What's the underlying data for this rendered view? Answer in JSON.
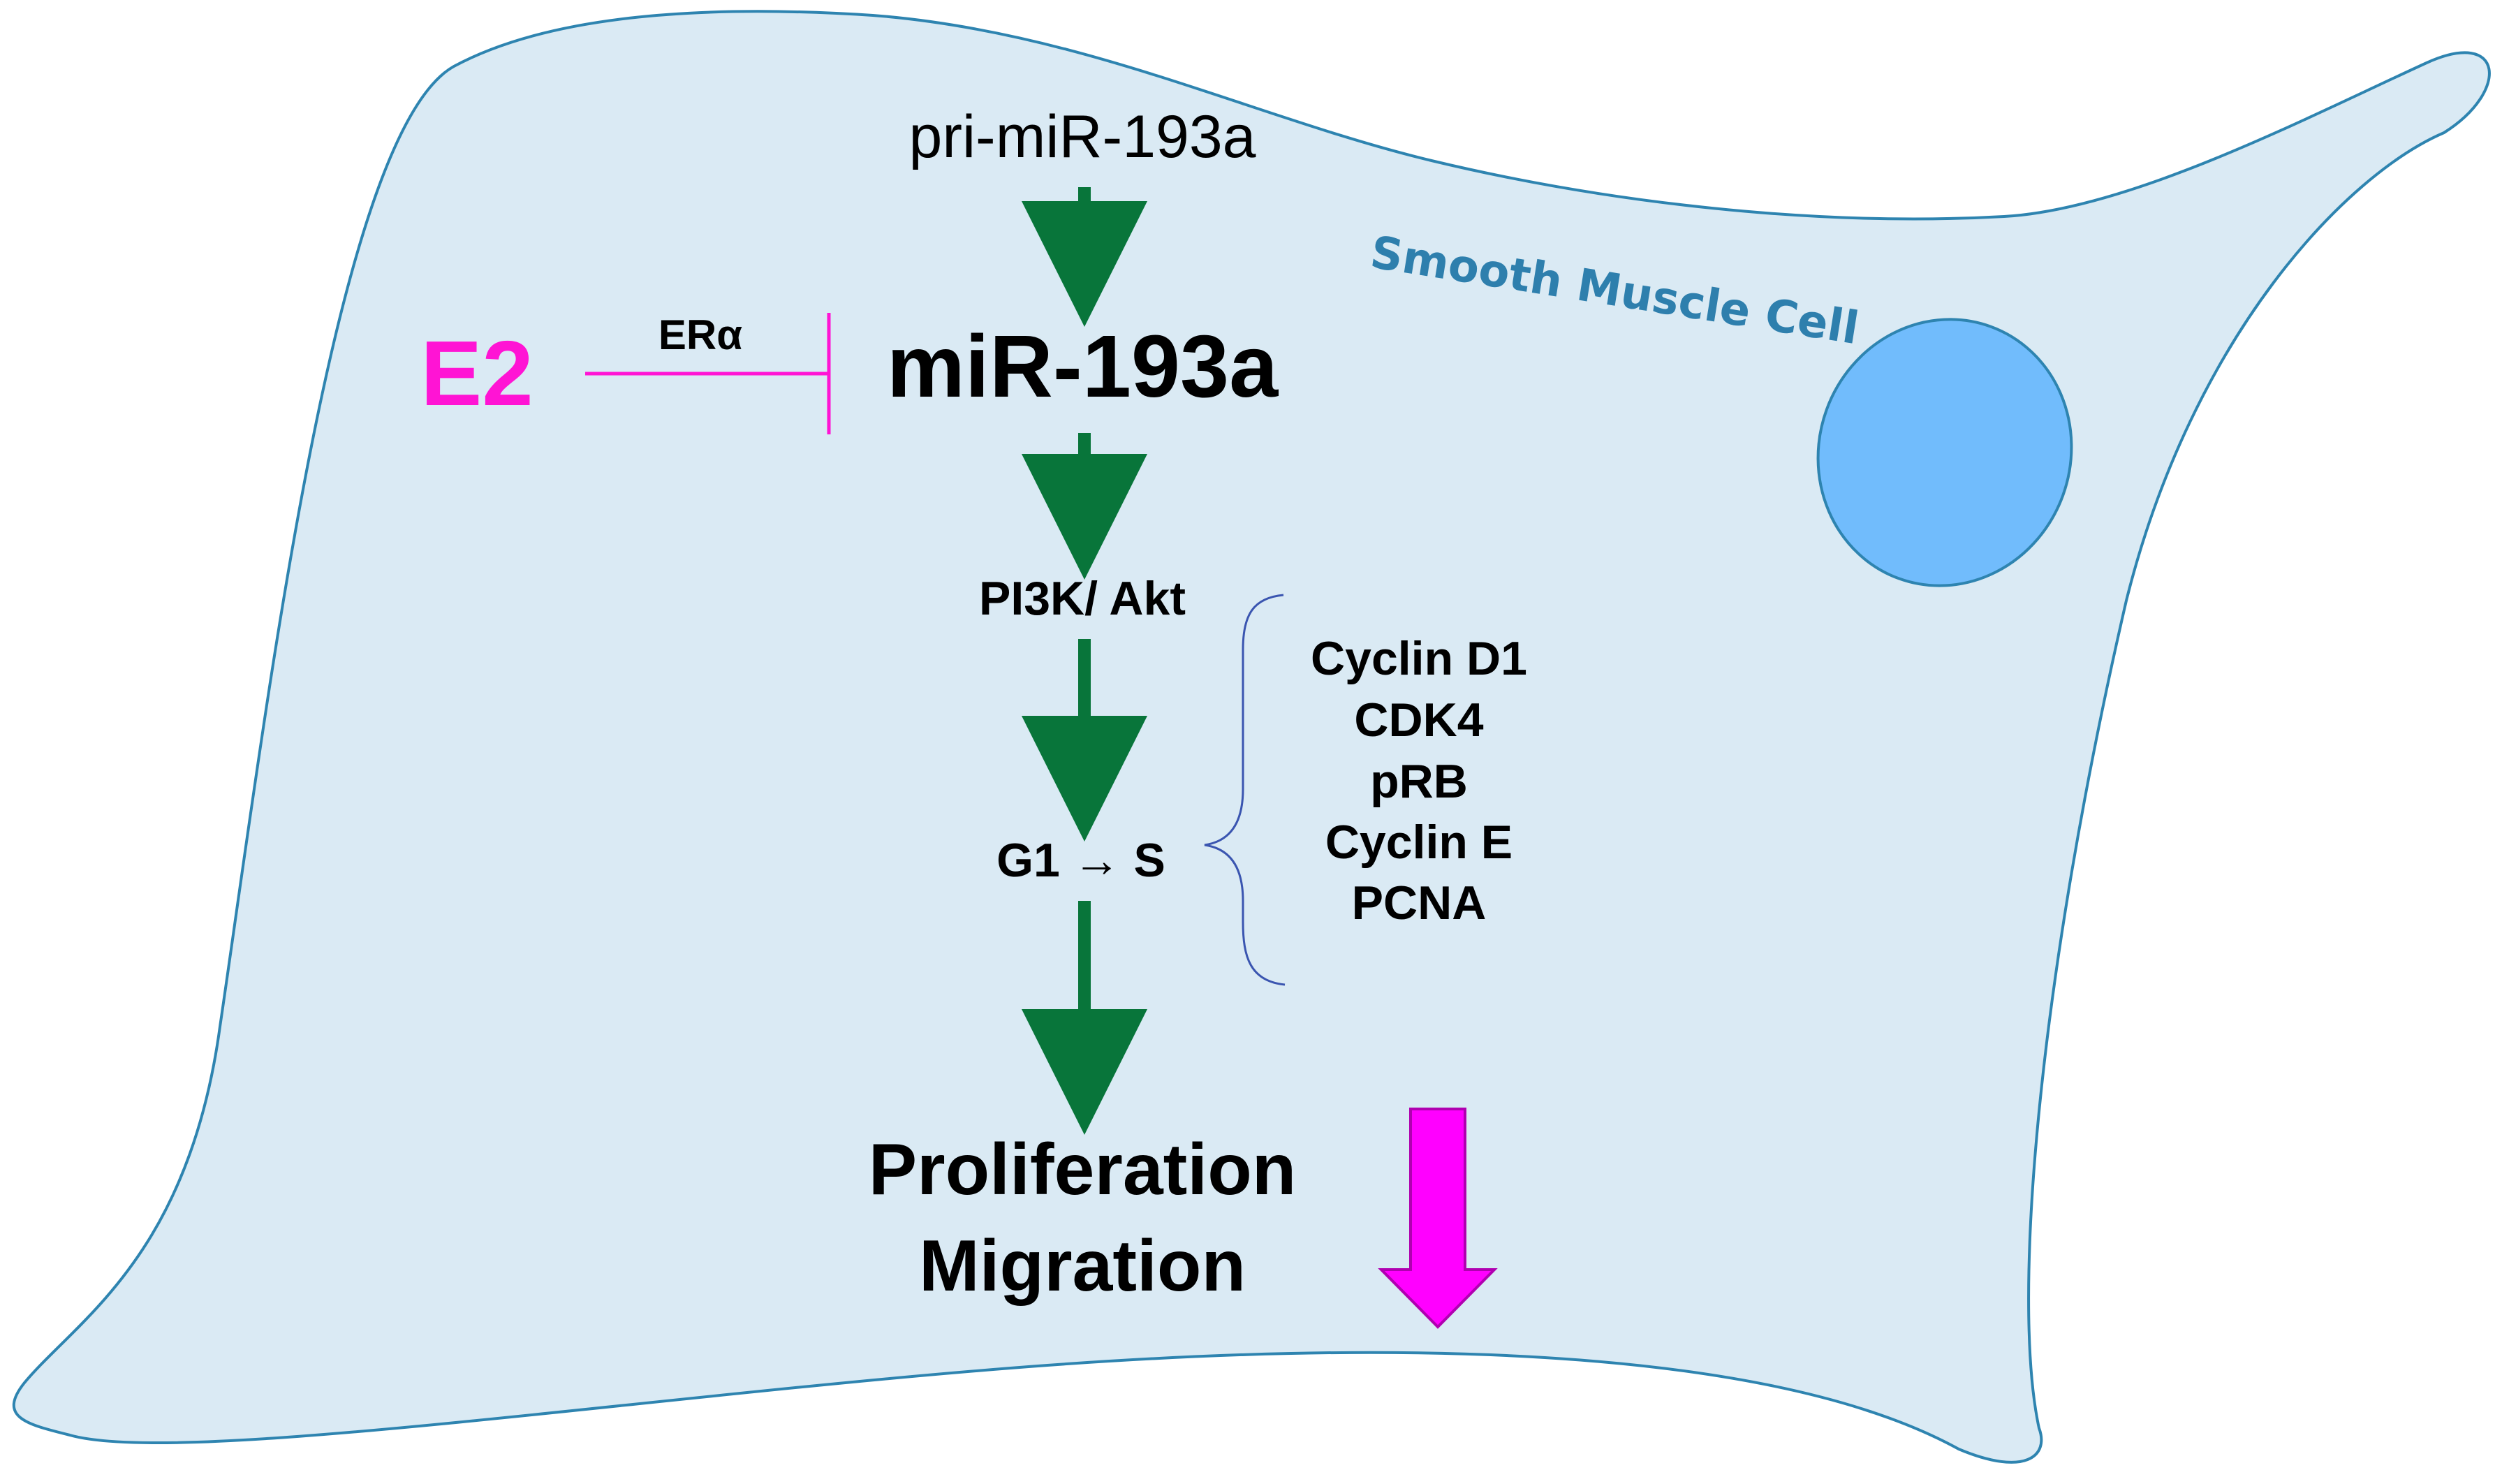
{
  "cell": {
    "label": "Smooth Muscle Cell",
    "fill_color": "#daeaf4",
    "stroke_color": "#2e84b0",
    "label_color": "#2e7fad"
  },
  "nucleus": {
    "fill_color": "#71bcfc",
    "stroke_color": "#2e84b0"
  },
  "pathway": {
    "precursor": "pri-miR-193a",
    "mirna": "miR-193a",
    "signaling": "PI3K/ Akt",
    "cell_cycle": "G1 → S",
    "outcomes": [
      "Proliferation",
      "Migration"
    ],
    "arrow_color": "#08753a"
  },
  "inhibitor": {
    "ligand": "E2",
    "receptor": "ERα",
    "color": "#ff14d4"
  },
  "cell_cycle_markers": {
    "items": [
      "Cyclin D1",
      "CDK4",
      "pRB",
      "Cyclin E",
      "PCNA"
    ],
    "bracket_color": "#3a55b0"
  },
  "effect_indicator": {
    "direction": "down",
    "fill_color": "#ff00ff",
    "stroke_color": "#b000b0"
  }
}
